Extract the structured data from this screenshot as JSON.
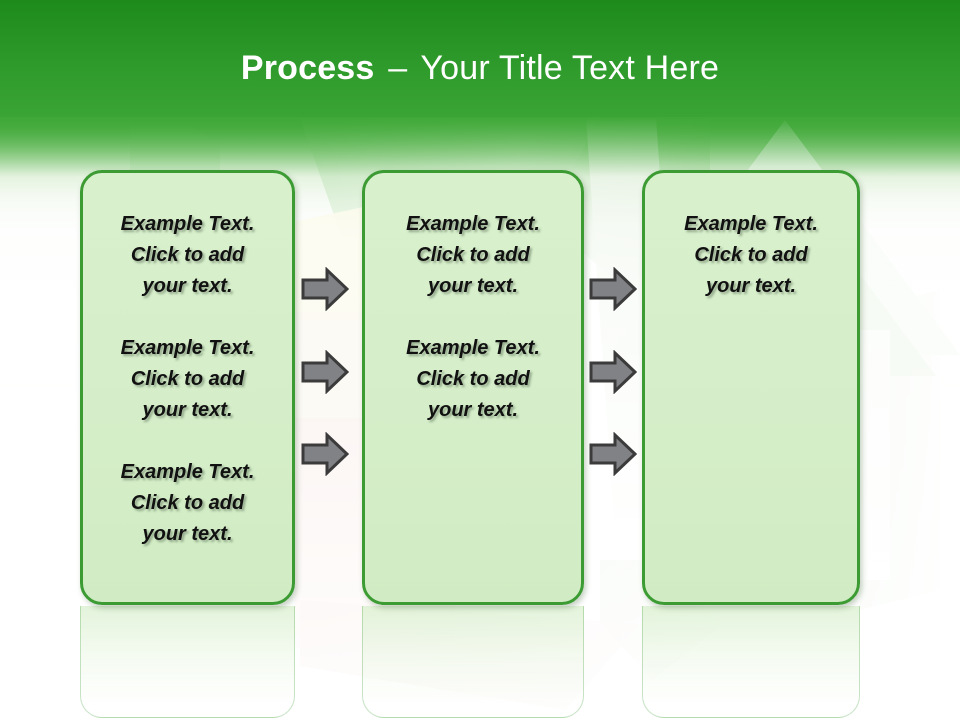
{
  "slide": {
    "title": {
      "strong": "Process",
      "dash": "–",
      "rest": "Your Title Text Here"
    }
  },
  "colors": {
    "header_green": "#2e9a2b",
    "card_border_green": "#3c9c33",
    "card_fill_green": "#d5eec9",
    "arrow_gray": "#808285",
    "arrow_outline": "#3b3b3b",
    "title_text": "#ffffff",
    "body_text": "#111111"
  },
  "cards": [
    {
      "name": "card-1",
      "paragraphs": [
        "Example Text.\nClick  to add\nyour text.",
        "Example Text.\nClick  to add\nyour text.",
        "Example Text.\nClick  to add\nyour text."
      ]
    },
    {
      "name": "card-2",
      "paragraphs": [
        "Example Text.\nClick  to add\nyour text.",
        "Example Text.\nClick  to add\nyour text."
      ]
    },
    {
      "name": "card-3",
      "paragraphs": [
        "Example Text.\nClick  to add\nyour text."
      ]
    }
  ],
  "arrows": {
    "icon": "arrow-right-icon",
    "gap_1_count": 3,
    "gap_2_count": 3
  }
}
